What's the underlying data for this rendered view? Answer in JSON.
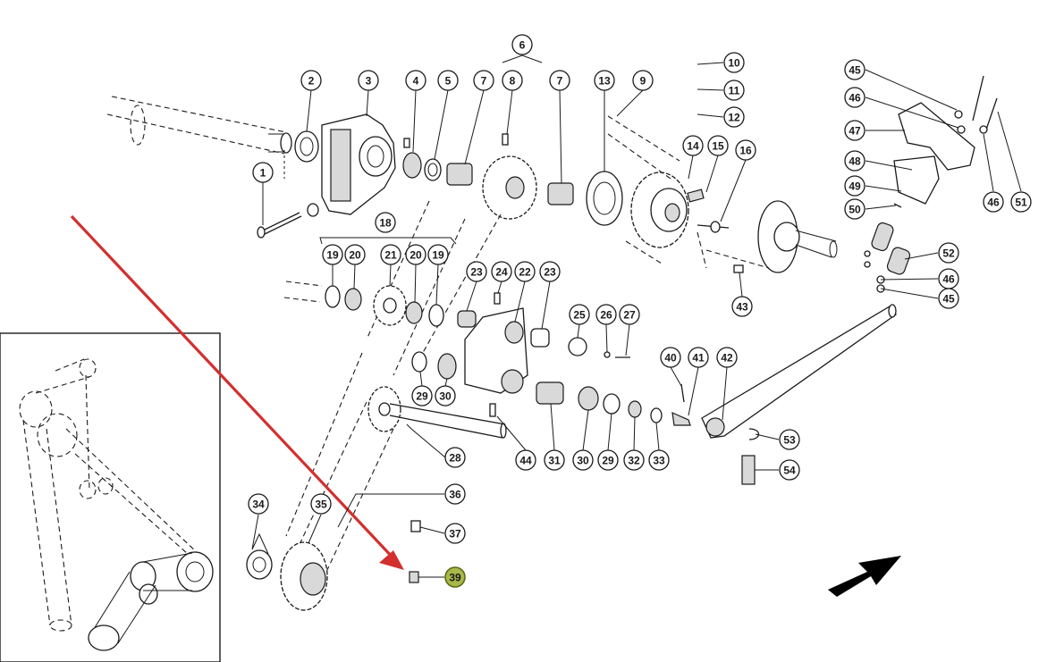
{
  "diagram": {
    "callouts": [
      "1",
      "2",
      "3",
      "4",
      "5",
      "6",
      "7",
      "8",
      "7",
      "9",
      "10",
      "11",
      "12",
      "13",
      "14",
      "15",
      "16",
      "18",
      "19",
      "20",
      "21",
      "20",
      "19",
      "23",
      "24",
      "22",
      "23",
      "25",
      "26",
      "27",
      "29",
      "30",
      "28",
      "31",
      "30",
      "29",
      "32",
      "33",
      "40",
      "41",
      "42",
      "43",
      "44",
      "45",
      "46",
      "47",
      "48",
      "49",
      "50",
      "52",
      "46",
      "45",
      "46",
      "51",
      "53",
      "54",
      "34",
      "35",
      "36",
      "37",
      "39"
    ],
    "highlighted_callout": "39",
    "colors": {
      "arrow": "#d32f2f",
      "highlight_fill": "#a8b84a",
      "line": "#1a1a1a",
      "direction_arrow": "#000000"
    },
    "icons": [
      "red-pointer-arrow",
      "direction-arrow"
    ]
  }
}
